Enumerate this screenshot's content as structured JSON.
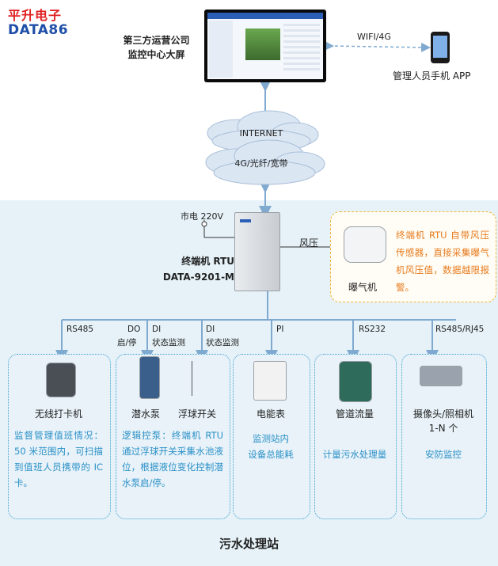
{
  "brand": {
    "cn": "平升电子",
    "en": "DATA86"
  },
  "monitoring_center": {
    "line1": "第三方运营公司",
    "line2": "监控中心大屏"
  },
  "wifi_label": "WIFI/4G",
  "app_label": "管理人员手机 APP",
  "cloud": {
    "line1": "INTERNET",
    "line2": "4G/光纤/宽带"
  },
  "mains_label": "市电 220V",
  "rtu": {
    "line1": "终端机 RTU",
    "line2": "DATA-9201-M"
  },
  "air_pressure_label": "风压",
  "blower": {
    "label": "曝气机",
    "note": "终端机 RTU 自带风压传感器，直接采集曝气机风压值，数据越限报警。"
  },
  "bus_labels": {
    "rs485": "RS485",
    "do": "DO",
    "start_stop": "启/停",
    "di1": "DI",
    "di1_sub": "状态监测",
    "di2": "DI",
    "di2_sub": "状态监测",
    "pi": "PI",
    "rs232": "RS232",
    "rs485_rj45": "RS485/RJ45"
  },
  "devices": {
    "card_reader": {
      "title": "无线打卡机",
      "desc": "监督管理值班情况：50 米范围内，可扫描到值班人员携带的 IC 卡。"
    },
    "pump": {
      "pump_title": "潜水泵",
      "float_title": "浮球开关",
      "desc": "逻辑控泵：终端机 RTU 通过浮球开关采集水池液位，根据液位变化控制潜水泵启/停。"
    },
    "meter": {
      "title": "电能表",
      "desc_line1": "监测站内",
      "desc_line2": "设备总能耗"
    },
    "flow": {
      "title": "管道流量",
      "desc": "计量污水处理量"
    },
    "camera": {
      "title_line1": "摄像头/照相机",
      "title_line2": "1-N 个",
      "desc": "安防监控"
    }
  },
  "site_title": "污水处理站",
  "colors": {
    "accent_blue": "#2a90c8",
    "brand_red": "#e02020",
    "note_orange": "#e87a1e",
    "station_bg": "#e6f2f8"
  }
}
